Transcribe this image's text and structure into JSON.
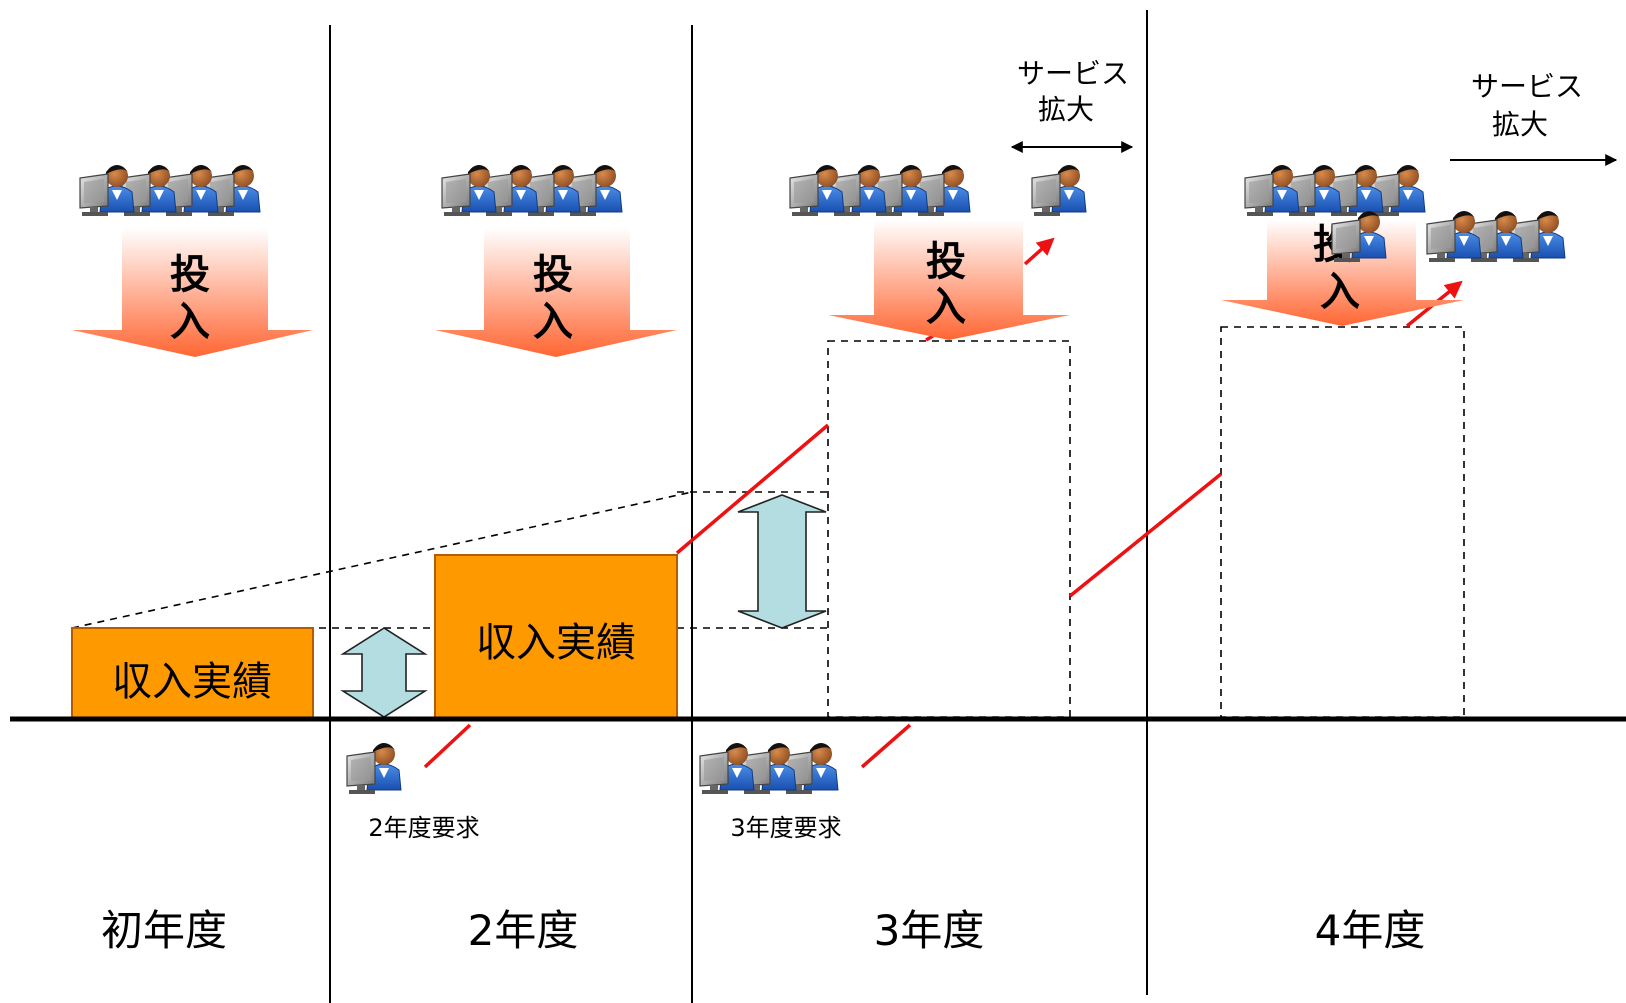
{
  "periods": [
    "初年度",
    "2年度",
    "3年度",
    "4年度"
  ],
  "investment_label": [
    "投",
    "入"
  ],
  "revenue_label": "収入実績",
  "requests": [
    "2年度要求",
    "3年度要求"
  ],
  "service_expansion": [
    "サービス",
    "拡大"
  ],
  "colors": {
    "revenue_box": "#ff9900",
    "revenue_border": "#b35c00",
    "arrow_down_top": "#ffffff",
    "arrow_down_bottom": "#ff6633",
    "growth_line": "#ee1111",
    "gap_arrow": "#b3dde0",
    "axis": "#000000"
  },
  "icons": [
    "worker-group-icon",
    "worker-icon",
    "investment-arrow-icon",
    "double-arrow-icon"
  ]
}
